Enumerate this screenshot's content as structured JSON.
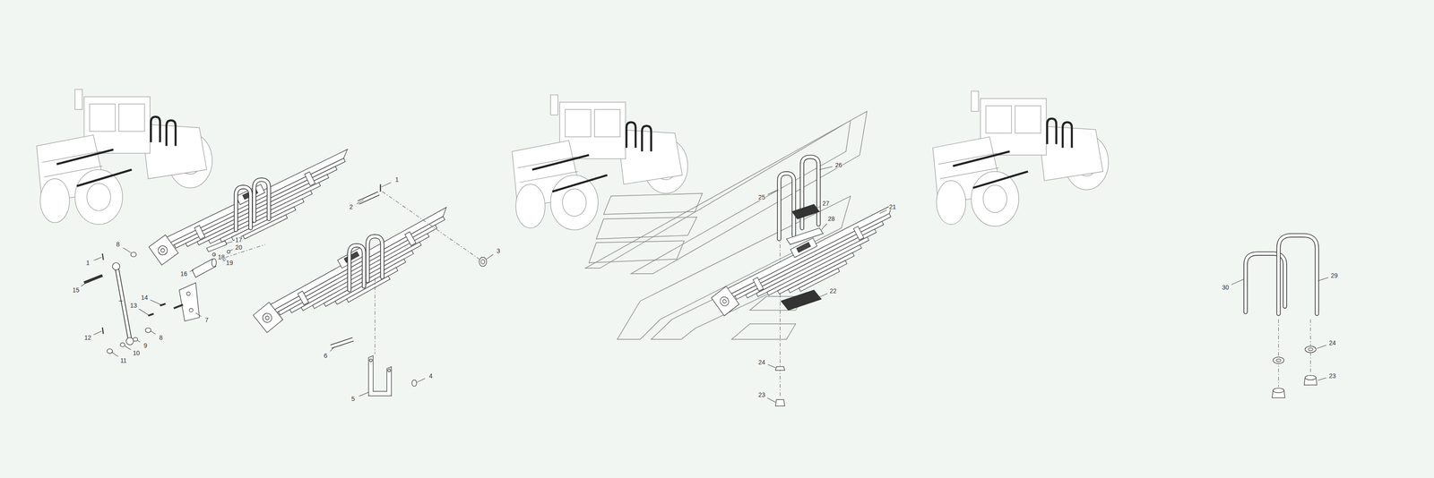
{
  "diagram": {
    "labels": [
      "1",
      "2",
      "3",
      "8",
      "17",
      "20",
      "18",
      "19",
      "1",
      "16",
      "15",
      "14",
      "13",
      "7",
      "8",
      "12",
      "9",
      "10",
      "11",
      "6",
      "4",
      "5",
      "26",
      "25",
      "27",
      "21",
      "28",
      "22",
      "24",
      "23",
      "29",
      "30",
      "24",
      "23"
    ]
  }
}
